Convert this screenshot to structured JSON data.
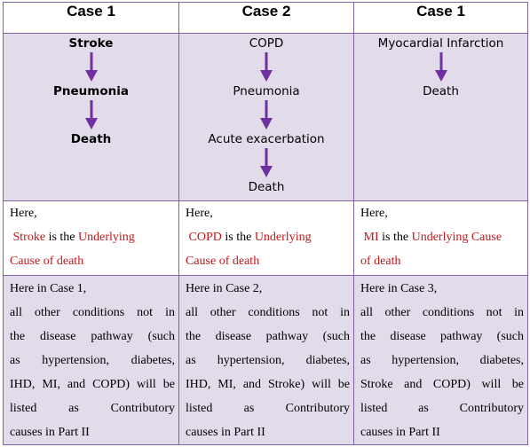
{
  "headers": [
    "Case 1",
    "Case 2",
    "Case 1"
  ],
  "flows": [
    [
      "Stroke",
      "Pneumonia",
      "Death"
    ],
    [
      "COPD",
      "Pneumonia",
      "Acute exacerbation",
      "Death"
    ],
    [
      "Myocardial Infarction",
      "Death"
    ]
  ],
  "notes": [
    {
      "here": "Here,",
      "cause": "Stroke",
      "is_the": "is the",
      "underlying": "Underlying",
      "cause_of_death": "Cause of death"
    },
    {
      "here": "Here,",
      "cause": "COPD",
      "is_the": "is the",
      "underlying": "Underlying",
      "cause_of_death": "Cause of death"
    },
    {
      "here": "Here,",
      "cause": "MI",
      "is_the": "is the",
      "underlying": "Underlying Cause",
      "cause_of_death": "of death"
    }
  ],
  "descriptions": [
    {
      "lines": [
        "Here in Case  1,",
        "all other conditions not in",
        "the disease pathway (such",
        "as hypertension, diabetes,",
        "IHD, MI, and COPD) will be",
        "listed as Contributory",
        "causes in Part II"
      ]
    },
    {
      "lines": [
        "Here in Case  2,",
        "all other conditions not in",
        "the disease pathway (such",
        "as hypertension, diabetes,",
        "IHD, MI, and Stroke) will be",
        "listed as Contributory",
        "causes in Part II"
      ]
    },
    {
      "lines": [
        "Here in Case  3,",
        "all other conditions not in",
        "the disease pathway (such",
        "as hypertension, diabetes,",
        "Stroke and COPD) will be",
        "listed as Contributory",
        "causes in Part II"
      ]
    }
  ],
  "colors": {
    "border": "#8064a2",
    "shade": "#e1dbea",
    "arrow": "#7030a0",
    "red": "#c0191c"
  }
}
